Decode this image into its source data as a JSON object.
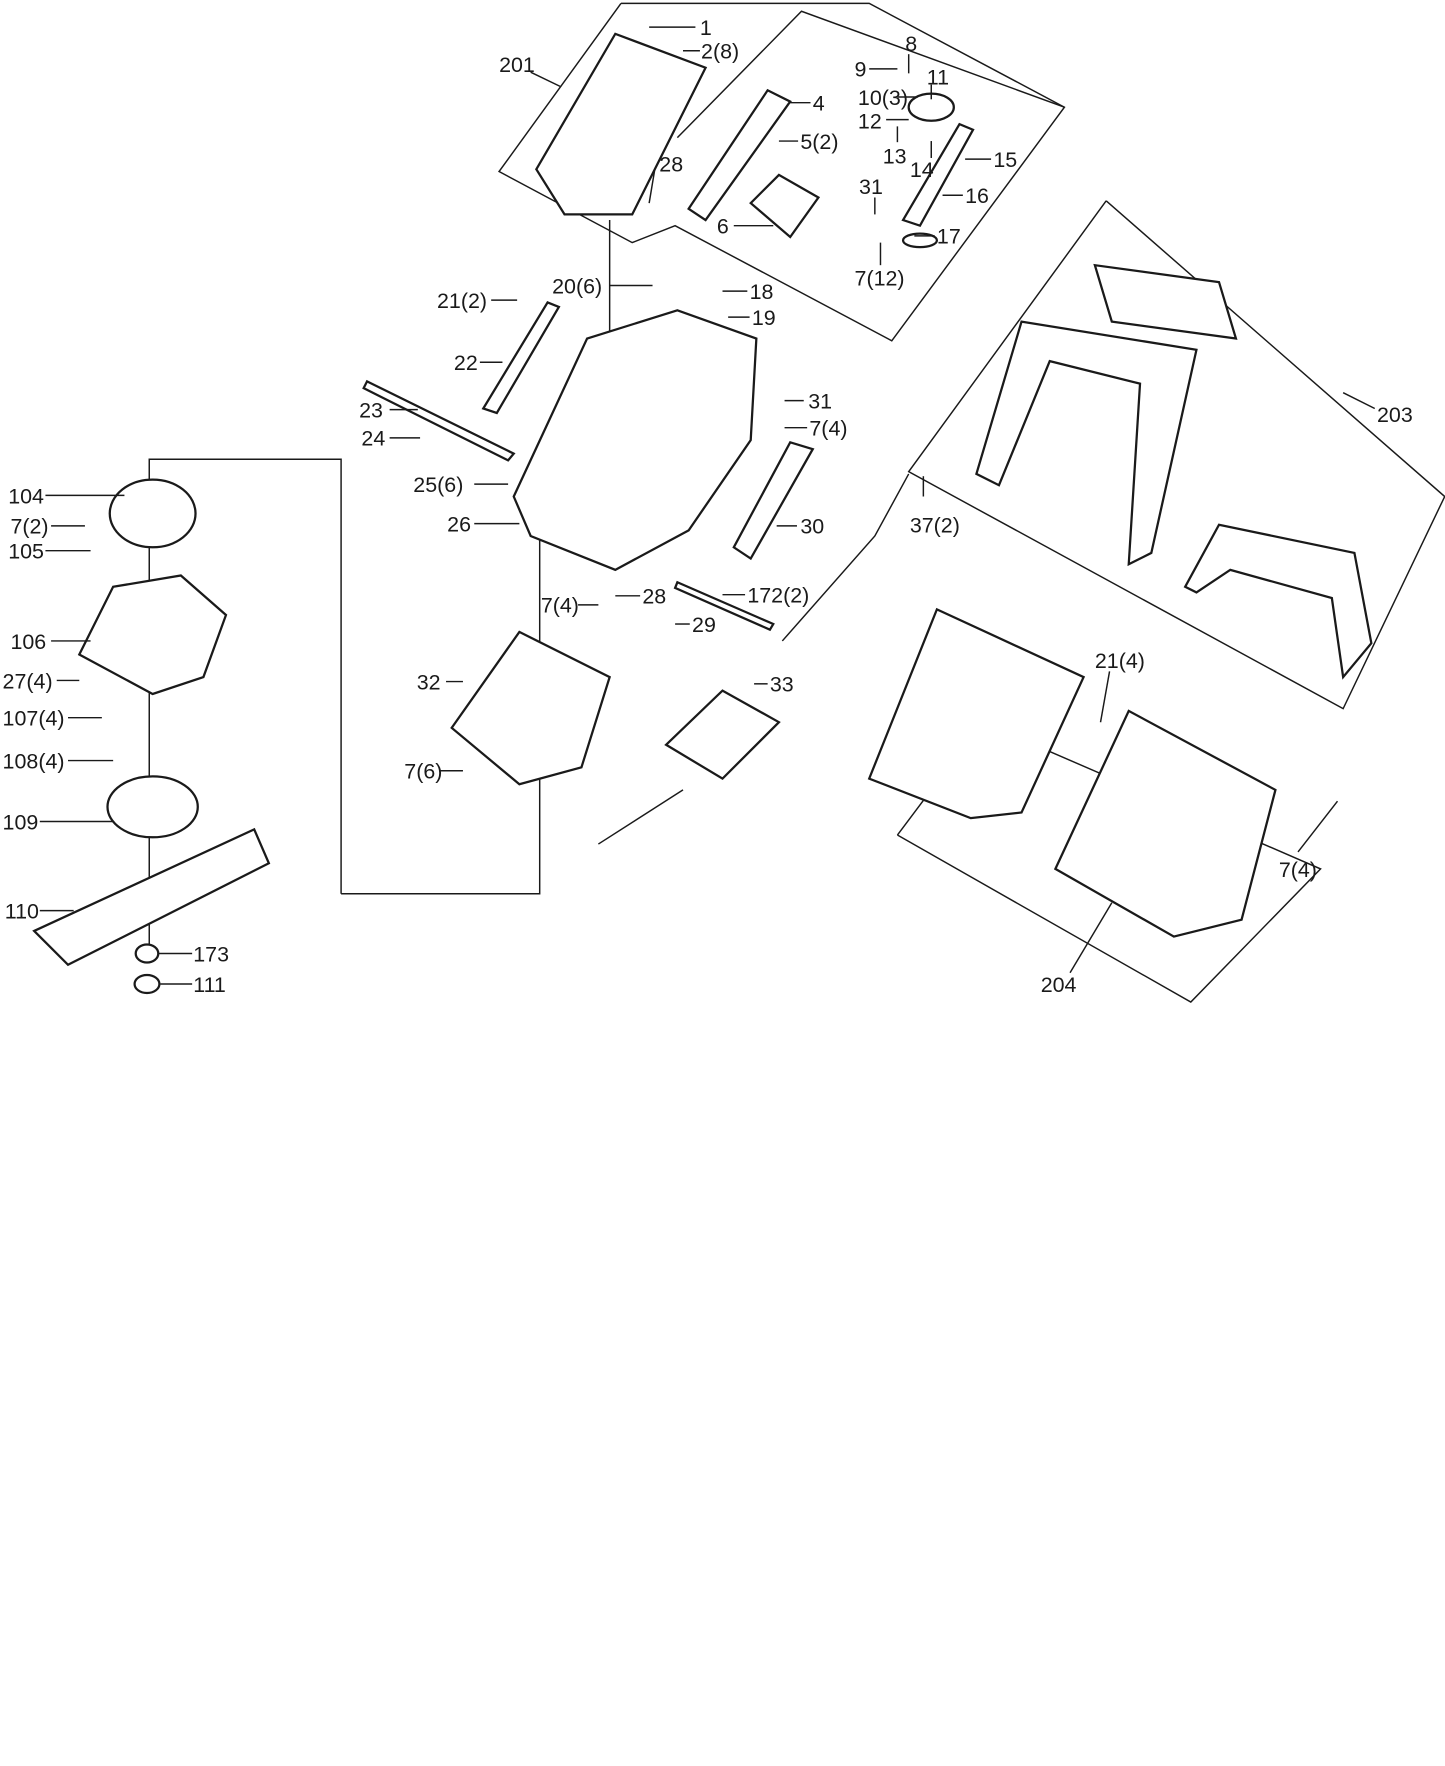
{
  "diagram": {
    "type": "exploded-parts-diagram",
    "labels": {
      "p1": "1",
      "p2": "2(8)",
      "p201": "201",
      "p4": "4",
      "p5": "5(2)",
      "p28a": "28",
      "p6": "6",
      "p8": "8",
      "p9": "9",
      "p10": "10(3)",
      "p11": "11",
      "p12": "12",
      "p13": "13",
      "p14": "14",
      "p15": "15",
      "p16": "16",
      "p31a": "31",
      "p17": "17",
      "p7_12": "7(12)",
      "p20": "20(6)",
      "p18": "18",
      "p19": "19",
      "p21_2": "21(2)",
      "p22": "22",
      "p23": "23",
      "p24": "24",
      "p25": "25(6)",
      "p26": "26",
      "p31b": "31",
      "p7_4a": "7(4)",
      "p30": "30",
      "p28b": "28",
      "p7_4b": "7(4)",
      "p172": "172(2)",
      "p29": "29",
      "p32": "32",
      "p33": "33",
      "p7_6": "7(6)",
      "p104": "104",
      "p7_2": "7(2)",
      "p105": "105",
      "p106": "106",
      "p27": "27(4)",
      "p107": "107(4)",
      "p108": "108(4)",
      "p109": "109",
      "p110": "110",
      "p173": "173",
      "p111": "111",
      "p203": "203",
      "p37": "37(2)",
      "p21_4": "21(4)",
      "p7_4c": "7(4)",
      "p204": "204"
    }
  }
}
